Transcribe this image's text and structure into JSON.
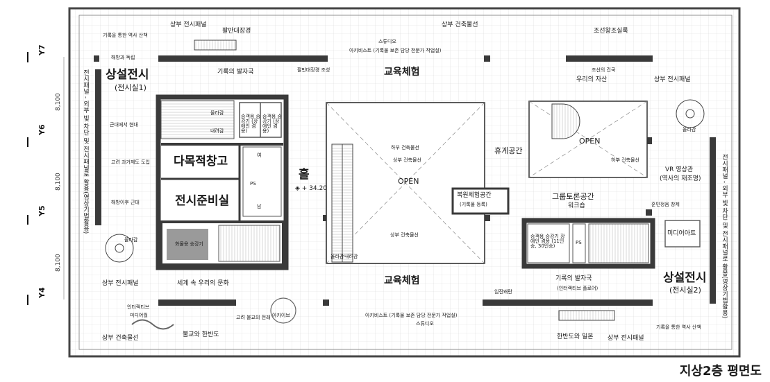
{
  "title": "지상2층 평면도",
  "axes": {
    "y7": "Y7",
    "y6": "Y6",
    "y5": "Y5",
    "y4": "Y4"
  },
  "dims": {
    "d1": "8,100",
    "d2": "8,100",
    "d3": "8,100"
  },
  "rooms": {
    "gallery1": "상설전시",
    "gallery1_sub": "(전시실1)",
    "gallery2": "상설전시",
    "gallery2_sub": "(전시실2)",
    "multi_storage": "다목적창고",
    "prep_room": "전시준비실",
    "hall": "홀",
    "hall_level": "◈ + 34.20",
    "edu_top": "교육체험",
    "edu_bottom": "교육체험",
    "open_center": "OPEN",
    "open_right": "OPEN",
    "rest_area": "휴게공간",
    "discussion": "그룹토론공간",
    "workshop": "워크숍",
    "media_art": "미디어아트",
    "vr": "VR 영상관",
    "vr_sub": "(역사의 재조명)",
    "restoration": "복원체험공간",
    "restoration_sub": "(기록물 등록)",
    "ps_left": "PS",
    "ps_right": "PS",
    "wc_f": "여",
    "wc_m": "남"
  },
  "labels": {
    "upper_panel_tl": "상부 전시패널",
    "history_walk_tl": "기록을 통한 역사 산책",
    "palman": "팔만대장경",
    "liberation": "해방과 독립",
    "records_map": "기록의 발자국",
    "palman_build": "팔만대장경 조성",
    "studio_top": "스튜디오",
    "archivist_top": "아키비스트 (기록물 보존 담당 전문가 작업실)",
    "upper_model_top": "상부 건축물선",
    "joseon_annals": "조선왕조실록",
    "joseon_found": "조선의 건국",
    "our_assets": "우리의 자산",
    "upper_panel_tr": "상부 전시패널",
    "modern": "근대에서 현대",
    "goryeo_exam": "고려 과거제도 도입",
    "post_lib": "해방이후 근대",
    "wall_text_left": "전시패널 - 외부 빛 차단 및 전시패널로 활용(영상기법활용)",
    "wall_text_right": "전시패널 - 외부 빛 차단 및 전시패널로 활용(영상기법활용)",
    "upper_model_c1": "하부 건축물선",
    "upper_model_c2": "상부 건축물선",
    "upper_model_c3": "상부 건축물선",
    "lower_model_r": "하부 건축물선",
    "hunmin": "훈민정음 창제",
    "upper_panel_bl": "상부 전시패널",
    "world_culture": "세계 속 우리의 문화",
    "interactive": "인터랙티브",
    "media_wall": "미디어월",
    "goryeo_buddhism": "고려 불교의 전래",
    "archive": "아카이브",
    "studio_bottom": "스튜디오",
    "archivist_bottom": "아키비스트 (기록물 보존 담당 전문가 작업실)",
    "imjin": "임진왜란",
    "records_map_b": "기록의 발자국",
    "records_map_b_sub": "(인터랙티브 플로어)",
    "korea_japan": "한반도와 일본",
    "upper_model_bl": "상부 건축물선",
    "buddhism_korea": "불교와 한반도",
    "upper_panel_br": "상부 전시패널",
    "history_walk_br": "기록을 통한 역사 산책",
    "elev_up": "올라감",
    "elev_down": "내려감",
    "elev_pass_a": "승객용 승강기 (장애인 겸용)",
    "elev_pass_b": "승객용 승강기 (장애인 겸용)",
    "freight_elev": "화물용 승강기",
    "elev_r": "승객용 승강기 장애인 겸용 (11인승, 30인승)",
    "spiral_up_l": "올라감",
    "spiral_up_r": "올라감",
    "esc_up": "올라감",
    "esc_down": "내려감"
  },
  "colors": {
    "wall": "#3a3a3a",
    "grid": "#c8c8c8",
    "core_fill": "#ffffff",
    "glass": "#9a9a9a"
  }
}
